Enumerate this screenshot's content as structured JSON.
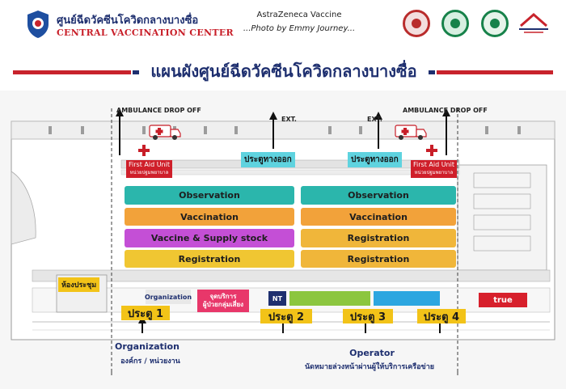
{
  "header": {
    "logo_thai": "ศูนย์ฉีดวัคซีนโควิดกลางบางซื่อ",
    "logo_english": "CENTRAL VACCINATION CENTER",
    "caption_line1": "AstraZeneca Vaccine",
    "caption_line2": "...Photo by Emmy Journey..."
  },
  "title": "แผนผังศูนย์ฉีดวัคซีนโควิดกลางบางซื่อ",
  "plan": {
    "ambulance_left": "AMBULANCE DROP OFF",
    "ambulance_right": "AMBULANCE DROP OFF",
    "ext_left": "EXT.",
    "ext_right": "EXT.",
    "exit_left": "ประตูทางออก",
    "exit_right": "ประตูทางออก",
    "first_aid_left": "First Aid Unit",
    "first_aid_left_sub": "หน่วยปฐมพยาบาล",
    "first_aid_right": "First Aid Unit",
    "first_aid_right_sub": "หน่วยปฐมพยาบาล",
    "zones_left": [
      "Observation",
      "Vaccination",
      "Vaccine & Supply stock",
      "Registration"
    ],
    "zones_right": [
      "Observation",
      "Vaccination",
      "Registration",
      "Registration"
    ],
    "meeting_room": "ห้องประชุม",
    "organization_booth": "Organization",
    "service_point": "จุดบริการ",
    "service_point_sub": "ผู้ป่วยกลุ่มเสี่ยง",
    "booth_nt": "NT",
    "booth_true": "true",
    "gates": [
      "ประตู 1",
      "ประตู 2",
      "ประตู 3",
      "ประตู 4"
    ],
    "organization_label": "Organization",
    "organization_sub": "องค์กร / หน่วยงาน",
    "operator_label": "Operator",
    "operator_sub": "นัดหมายล่วงหน้าผ่านผู้ให้บริการเครือข่าย"
  },
  "colors": {
    "observation": "#2bb6ac",
    "vaccination": "#f2a23a",
    "stock": "#c44fd6",
    "registration_left": "#f0c632",
    "registration_right": "#f0b63a",
    "exit": "#5fd3df",
    "first_aid": "#cf1f2a",
    "gate": "#f2c318",
    "brand_blue": "#1e2f6f",
    "brand_red": "#c8232c"
  }
}
